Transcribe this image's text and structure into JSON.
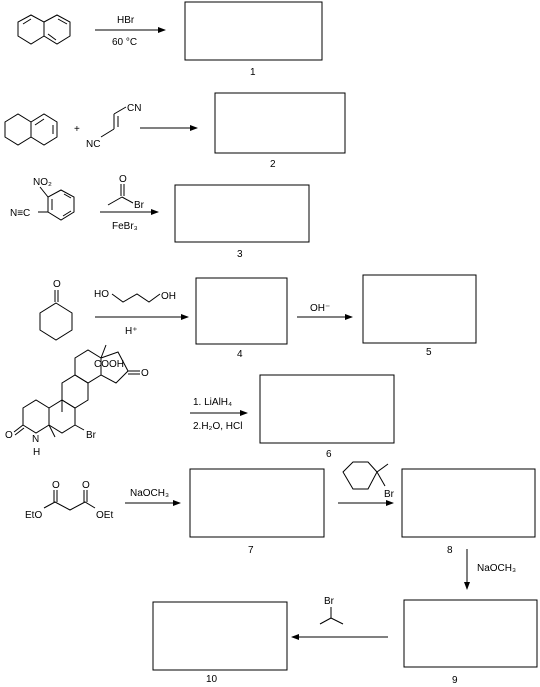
{
  "reactions": [
    {
      "id": "r1",
      "reagent_top": "HBr",
      "reagent_bottom": "60 °C",
      "product_number": "1"
    },
    {
      "id": "r2",
      "plus": "+",
      "product_number": "2"
    },
    {
      "id": "r3",
      "reagent_bottom": "FeBr₃",
      "product_number": "3"
    },
    {
      "id": "r4",
      "reagent_bottom": "H⁺",
      "product_number": "4"
    },
    {
      "id": "r5",
      "reagent_top": "OH⁻",
      "product_number": "5"
    },
    {
      "id": "r6",
      "reagent_top": "1. LiAlH₄",
      "reagent_bottom": "2.H₂O, HCl",
      "product_number": "6"
    },
    {
      "id": "r7",
      "reagent_top": "NaOCH₃",
      "product_number": "7"
    },
    {
      "id": "r8",
      "product_number": "8"
    },
    {
      "id": "r9",
      "reagent_side": "NaOCH₃",
      "product_number": "9"
    },
    {
      "id": "r10",
      "product_number": "10"
    }
  ],
  "atom_labels": {
    "cn_a": "CN",
    "cn_b": "NC",
    "no2": "NO₂",
    "nitrile": "N≡C",
    "acyl_o": "O",
    "acyl_br": "Br",
    "ketone_o": "O",
    "diol_ho": "HO",
    "diol_oh": "OH",
    "cooh": "COOH",
    "steroid_o_right": "O",
    "steroid_o_left": "O",
    "steroid_n": "N",
    "steroid_h": "H",
    "steroid_br": "Br",
    "ester_o1": "O",
    "ester_o2": "O",
    "ester_oet_left": "EtO",
    "ester_oet_right": "OEt",
    "cyclohexyl_br": "Br",
    "isopropyl_br": "Br"
  }
}
